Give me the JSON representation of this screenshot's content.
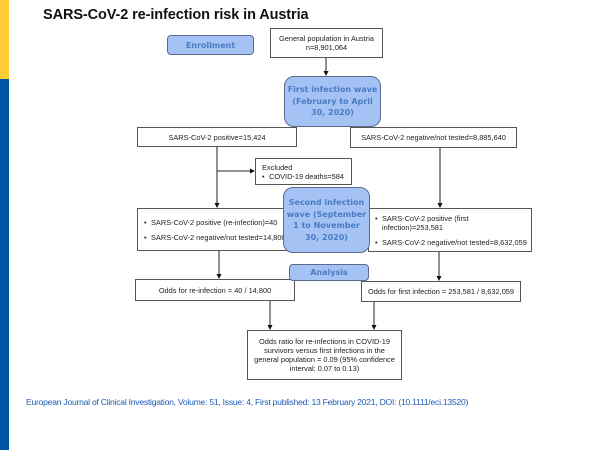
{
  "slide": {
    "title": "SARS-CoV-2 re-infection risk in Austria",
    "colors": {
      "accent_yellow": "#FFCC33",
      "accent_blue": "#0054A6",
      "phase_fill": "#A4C2F4",
      "phase_text": "#4A7CC4",
      "citation": "#1F5BB5"
    }
  },
  "flowchart": {
    "phases": {
      "enrollment": "Enrollment",
      "first_wave": "First infection wave (February to April 30, 2020)",
      "second_wave": "Second infection wave (September 1 to November 30, 2020)",
      "analysis": "Analysis"
    },
    "population": {
      "line1": "General population in Austria",
      "line2": "n=8,901,064"
    },
    "first_wave_positive": "SARS-CoV-2 positive=15,424",
    "first_wave_negative": "SARS-CoV-2 negative/not tested=8,885,640",
    "excluded": {
      "heading": "Excluded",
      "items": [
        "COVID-19 deaths=584"
      ]
    },
    "second_wave_left": [
      "SARS-CoV-2 positive (re-infection)=40",
      "SARS-CoV-2 negative/not tested=14,800"
    ],
    "second_wave_right": [
      "SARS-CoV-2 positive (first infection)=253,581",
      "SARS-CoV-2 negative/not tested=8,632,059"
    ],
    "odds_reinfection": "Odds for re-infection = 40 / 14,800",
    "odds_first_infection": "Odds for first infection = 253,581 / 8,632,059",
    "odds_ratio": "Odds ratio for re-infections in COVID-19 survivors versus first infections in the general population = 0.09 (95% confidence interval: 0.07 to 0.13)"
  },
  "citation": "European Journal of Clinical Investigation, Volume: 51, Issue: 4, First published: 13 February 2021, DOI: (10.1111/eci.13520)"
}
